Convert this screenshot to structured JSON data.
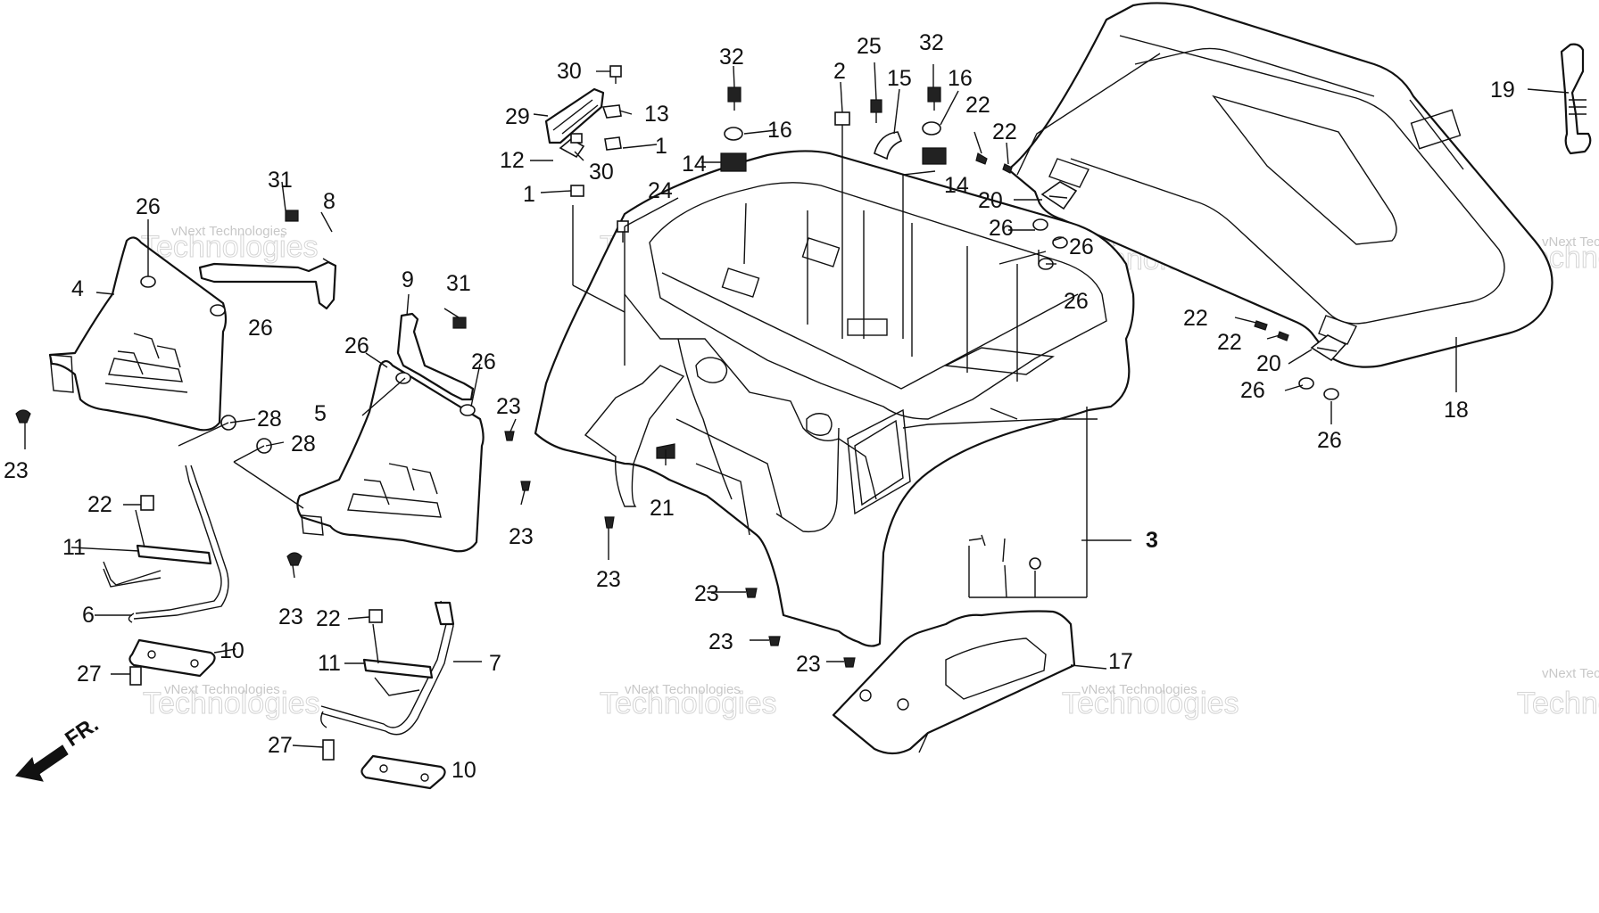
{
  "callouts": {
    "n1": "1",
    "n2": "2",
    "n3": "3",
    "n4": "4",
    "n5": "5",
    "n6": "6",
    "n7": "7",
    "n8": "8",
    "n9": "9",
    "n10": "10",
    "n11": "11",
    "n12": "12",
    "n13": "13",
    "n14": "14",
    "n15": "15",
    "n16": "16",
    "n17": "17",
    "n18": "18",
    "n19": "19",
    "n20": "20",
    "n21": "21",
    "n22": "22",
    "n23": "23",
    "n24": "24",
    "n25": "25",
    "n26": "26",
    "n27": "27",
    "n28": "28",
    "n29": "29",
    "n30": "30",
    "n31": "31",
    "n32": "32"
  },
  "watermark": {
    "small": "vNext Technologies",
    "large": "Technologies",
    "brand": "vNext"
  },
  "direction": {
    "label": "FR."
  },
  "colors": {
    "line": "#111111",
    "background": "#ffffff",
    "watermark": "#9a9a9a"
  },
  "icons": {
    "direction_arrow": "front-arrow-icon"
  }
}
